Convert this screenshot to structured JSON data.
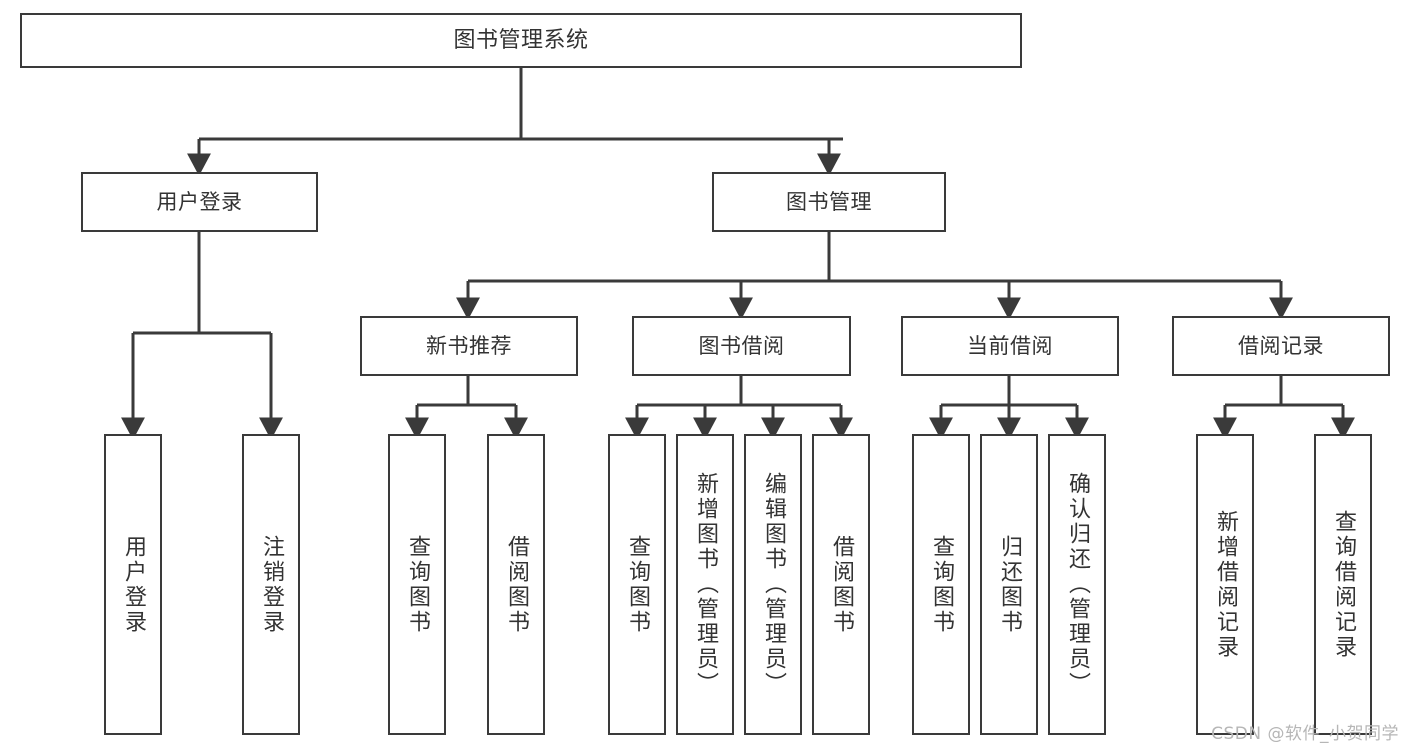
{
  "diagram": {
    "title": "图书管理系统",
    "watermark": "CSDN @软件_小贺同学",
    "line_color": "#3a3a3a",
    "text_color": "#333333",
    "background": "#ffffff"
  },
  "nodes": {
    "root": {
      "label": "图书管理系统"
    },
    "level1": [
      {
        "label": "用户登录"
      },
      {
        "label": "图书管理"
      }
    ],
    "level2": [
      {
        "label": "新书推荐"
      },
      {
        "label": "图书借阅"
      },
      {
        "label": "当前借阅"
      },
      {
        "label": "借阅记录"
      }
    ],
    "leaves": {
      "user_login": [
        {
          "label": "用户登录"
        },
        {
          "label": "注销登录"
        }
      ],
      "new_book": [
        {
          "label": "查询图书"
        },
        {
          "label": "借阅图书"
        }
      ],
      "borrow_book": [
        {
          "label": "查询图书"
        },
        {
          "label": "新增图书（管理员）"
        },
        {
          "label": "编辑图书（管理员）"
        },
        {
          "label": "借阅图书"
        }
      ],
      "current_borrow": [
        {
          "label": "查询图书"
        },
        {
          "label": "归还图书"
        },
        {
          "label": "确认归还（管理员）"
        }
      ],
      "borrow_record": [
        {
          "label": "新增借阅记录"
        },
        {
          "label": "查询借阅记录"
        }
      ]
    }
  }
}
